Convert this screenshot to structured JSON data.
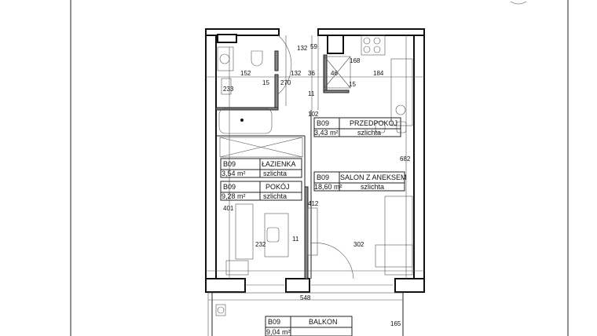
{
  "rooms": [
    {
      "code": "B09",
      "name": "ŁAZIENKA",
      "area": "3,54 m²",
      "finish": "szlichta"
    },
    {
      "code": "B09",
      "name": "POKÓJ",
      "area": "9,28 m²",
      "finish": "szlichta"
    },
    {
      "code": "B09",
      "name": "PRZEDPOKÓJ",
      "area": "3,43 m²",
      "finish": "szlichta"
    },
    {
      "code": "B09",
      "name": "SALON Z ANEKSEM",
      "area": "18,60 m²",
      "finish": "szlichta"
    },
    {
      "code": "B09",
      "name": "BALKON",
      "area": "9,04 m²",
      "finish": ""
    }
  ],
  "dimensions": {
    "d132_top": "132",
    "d59": "59",
    "d152": "152",
    "d132": "132",
    "d36": "36",
    "d46": "46",
    "d184": "184",
    "d168": "168",
    "d15a": "15",
    "d15b": "15",
    "d270": "270",
    "d233": "233",
    "d102": "102",
    "d11v": "11",
    "d682": "682",
    "d401": "401",
    "d412": "412",
    "d232": "232",
    "d11": "11",
    "d302": "302",
    "d548": "548",
    "d165": "165"
  }
}
